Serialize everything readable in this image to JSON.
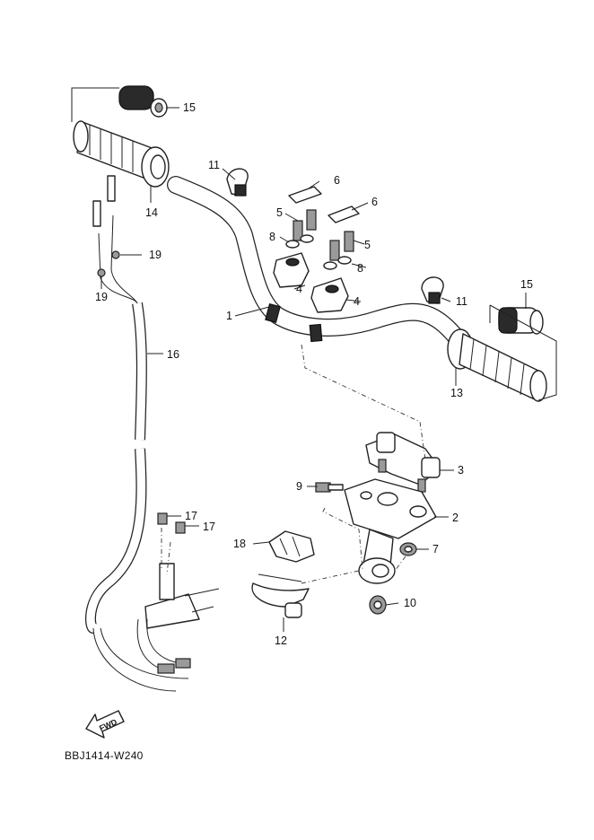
{
  "diagram_code": "BBJ1414-W240",
  "fwd_label": "FWD",
  "callouts": {
    "c1": "1",
    "c2": "2",
    "c3": "3",
    "c4a": "4",
    "c4b": "4",
    "c5a": "5",
    "c5b": "5",
    "c6a": "6",
    "c6b": "6",
    "c7": "7",
    "c8a": "8",
    "c8b": "8",
    "c9": "9",
    "c10": "10",
    "c11a": "11",
    "c11b": "11",
    "c12": "12",
    "c13": "13",
    "c14": "14",
    "c15a": "15",
    "c15b": "15",
    "c16": "16",
    "c17a": "17",
    "c17b": "17",
    "c18": "18",
    "c19a": "19",
    "c19b": "19"
  }
}
